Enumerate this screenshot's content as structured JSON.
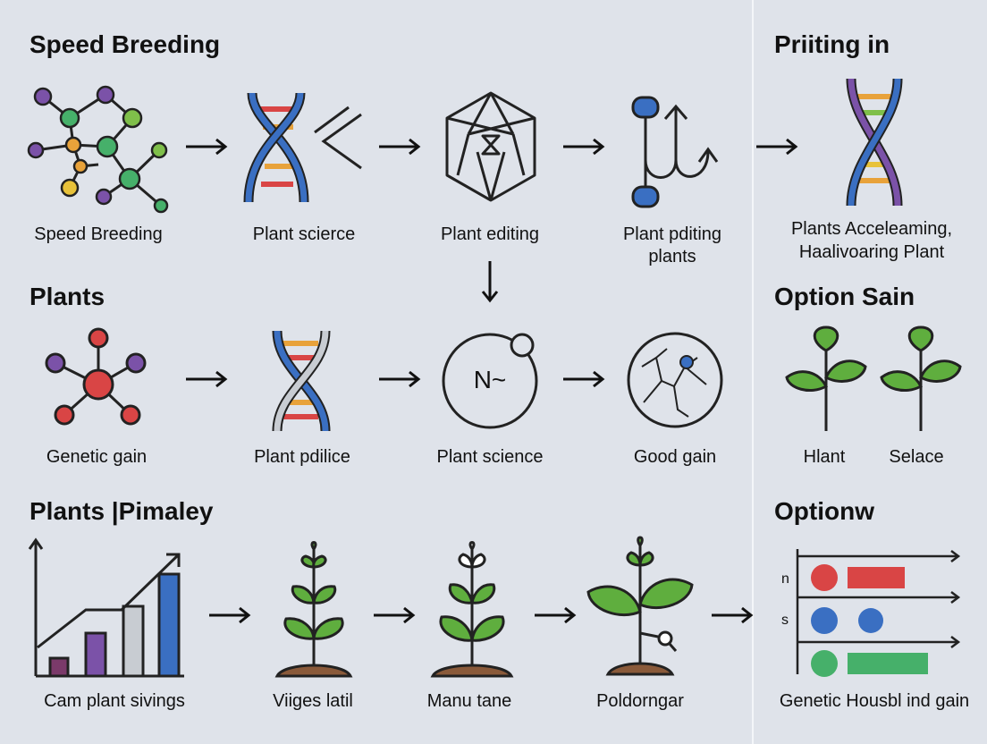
{
  "headings": {
    "speed_breeding": "Speed Breeding",
    "plants": "Plants",
    "plants_pimaley": "Plants |Pimaley",
    "priiting_in": "Priiting in",
    "option_sain": "Option Sain",
    "optionw": "Optionw"
  },
  "row1": {
    "labels": [
      "Speed Breeding",
      "Plant scierce",
      "Plant editing",
      "Plant pditing",
      "plants"
    ],
    "side_label": [
      "Plants Acceleaming,",
      "Haalivoaring Plant"
    ]
  },
  "row2": {
    "labels": [
      "Genetic gain",
      "Plant pdilice",
      "Plant science",
      "Good gain"
    ],
    "circle_text": "N~",
    "side_labels": [
      "Hlant",
      "Selace"
    ]
  },
  "row3": {
    "labels": [
      "Cam plant sivings",
      "Viiges latil",
      "Manu tane",
      "Poldorngar"
    ],
    "chart_letters": [
      "n",
      "s"
    ],
    "side_label": "Genetic Housbl ind gain"
  },
  "colors": {
    "blue": "#3a6fc2",
    "red": "#d94545",
    "green": "#46b06a",
    "purple": "#7b52a8",
    "orange": "#e8a23a",
    "leaf": "#5fae3e"
  }
}
